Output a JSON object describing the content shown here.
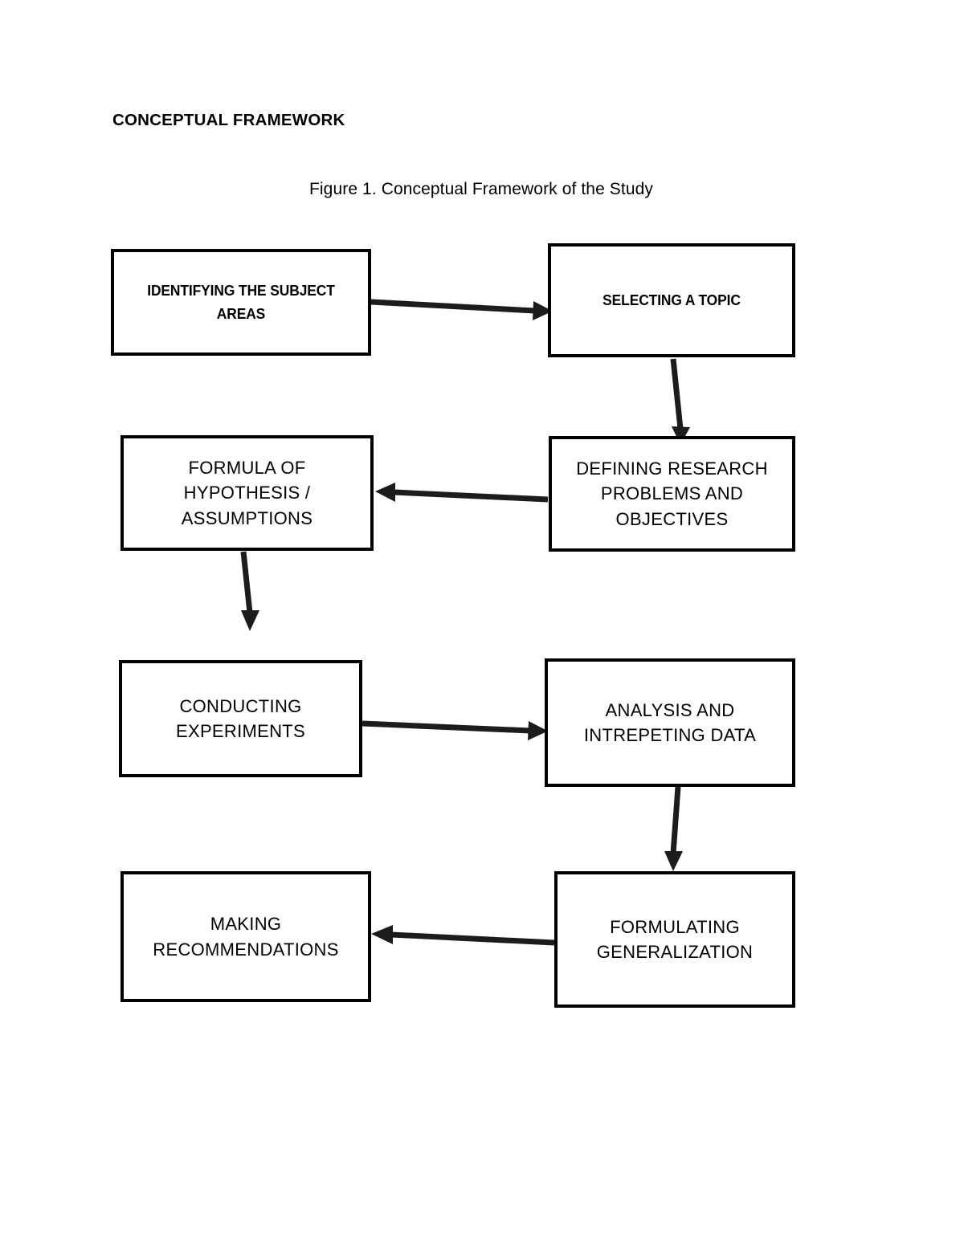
{
  "document": {
    "heading": "CONCEPTUAL FRAMEWORK",
    "figure_caption": "Figure 1. Conceptual Framework of the Study",
    "background_color": "#ffffff",
    "ink_color": "#000000"
  },
  "diagram": {
    "title": "Conceptual Framework of the Study",
    "type": "flowchart",
    "box_border_color": "#000000",
    "box_fill_color": "#ffffff",
    "arrow_color": "#1c1c1c",
    "boxes": [
      {
        "id": "identifying-the-subject-areas",
        "label": "IDENTIFYING THE SUBJECT\nAREAS",
        "order": 1
      },
      {
        "id": "selecting-a-topic",
        "label": "SELECTING A TOPIC",
        "order": 2
      },
      {
        "id": "defining-research-problems-and-objectives",
        "label": "DEFINING RESEARCH\nPROBLEMS AND\nOBJECTIVES",
        "order": 3
      },
      {
        "id": "formula-of-hypothesis-assumptions",
        "label": "FORMULA OF\nHYPOTHESIS /\nASSUMPTIONS",
        "order": 4
      },
      {
        "id": "conducting-experiments",
        "label": "CONDUCTING\nEXPERIMENTS",
        "order": 5
      },
      {
        "id": "analysis-and-intrepeting-data",
        "label": "ANALYSIS AND\nINTREPETING DATA",
        "order": 6
      },
      {
        "id": "formulating-generalization",
        "label": "FORMULATING\nGENERALIZATION",
        "order": 7
      },
      {
        "id": "making-recommendations",
        "label": "MAKING\nRECOMMENDATIONS",
        "order": 8
      }
    ],
    "arrows": [
      {
        "from": "identifying-the-subject-areas",
        "to": "selecting-a-topic",
        "direction": "right"
      },
      {
        "from": "selecting-a-topic",
        "to": "defining-research-problems-and-objectives",
        "direction": "down"
      },
      {
        "from": "defining-research-problems-and-objectives",
        "to": "formula-of-hypothesis-assumptions",
        "direction": "left"
      },
      {
        "from": "formula-of-hypothesis-assumptions",
        "to": "conducting-experiments",
        "direction": "down"
      },
      {
        "from": "conducting-experiments",
        "to": "analysis-and-intrepeting-data",
        "direction": "right"
      },
      {
        "from": "analysis-and-intrepeting-data",
        "to": "formulating-generalization",
        "direction": "down"
      },
      {
        "from": "formulating-generalization",
        "to": "making-recommendations",
        "direction": "left"
      }
    ]
  }
}
